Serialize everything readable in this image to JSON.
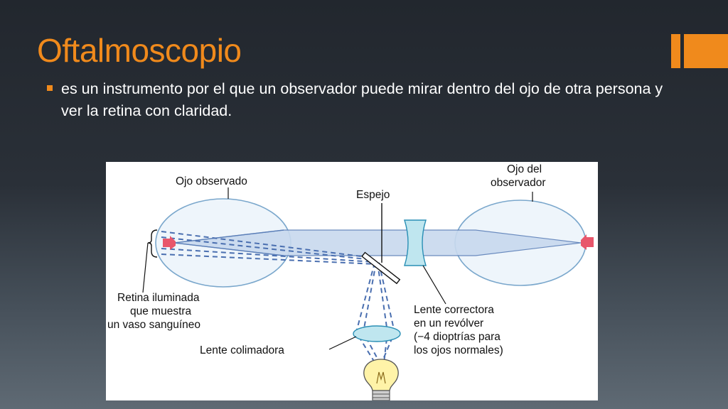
{
  "slide": {
    "title": "Oftalmoscopio",
    "bullet": "es un instrumento por el que un observador puede mirar dentro del ojo de otra persona y ver la retina con claridad.",
    "accent_color": "#f08a1c"
  },
  "diagram": {
    "labels": {
      "observed_eye": "Ojo observado",
      "observer_eye_1": "Ojo del",
      "observer_eye_2": "observador",
      "mirror": "Espejo",
      "retina_1": "Retina iluminada",
      "retina_2": "que muestra",
      "retina_3": "un vaso sanguíneo",
      "corrective_1": "Lente correctora",
      "corrective_2": "en un revólver",
      "corrective_3": "(−4 dioptrías para",
      "corrective_4": "los ojos normales)",
      "collimating": "Lente colimadora"
    },
    "colors": {
      "eye_outline": "#7aa7cc",
      "eye_fill": "#eef5fb",
      "beam_fill": "#c8d9ee",
      "beam_edge": "#5b7fb8",
      "lens": "#bfe6ef",
      "vessel": "#e8566b",
      "bulb": "#fff3a8"
    }
  }
}
